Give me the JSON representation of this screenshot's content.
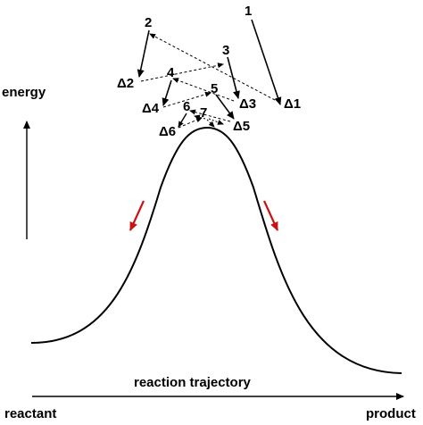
{
  "axes": {
    "y_label": "energy",
    "x_label": "reaction trajectory",
    "start_label": "reactant",
    "end_label": "product"
  },
  "points": {
    "p1": "1",
    "p2": "2",
    "p3": "3",
    "p4": "4",
    "p5": "5",
    "p6": "6",
    "p7": "7",
    "d1": "Δ1",
    "d2": "Δ2",
    "d3": "Δ3",
    "d4": "Δ4",
    "d5": "Δ5",
    "d6": "Δ6"
  },
  "colors": {
    "curve": "#000000",
    "descent_arrows": "#cc1111"
  }
}
